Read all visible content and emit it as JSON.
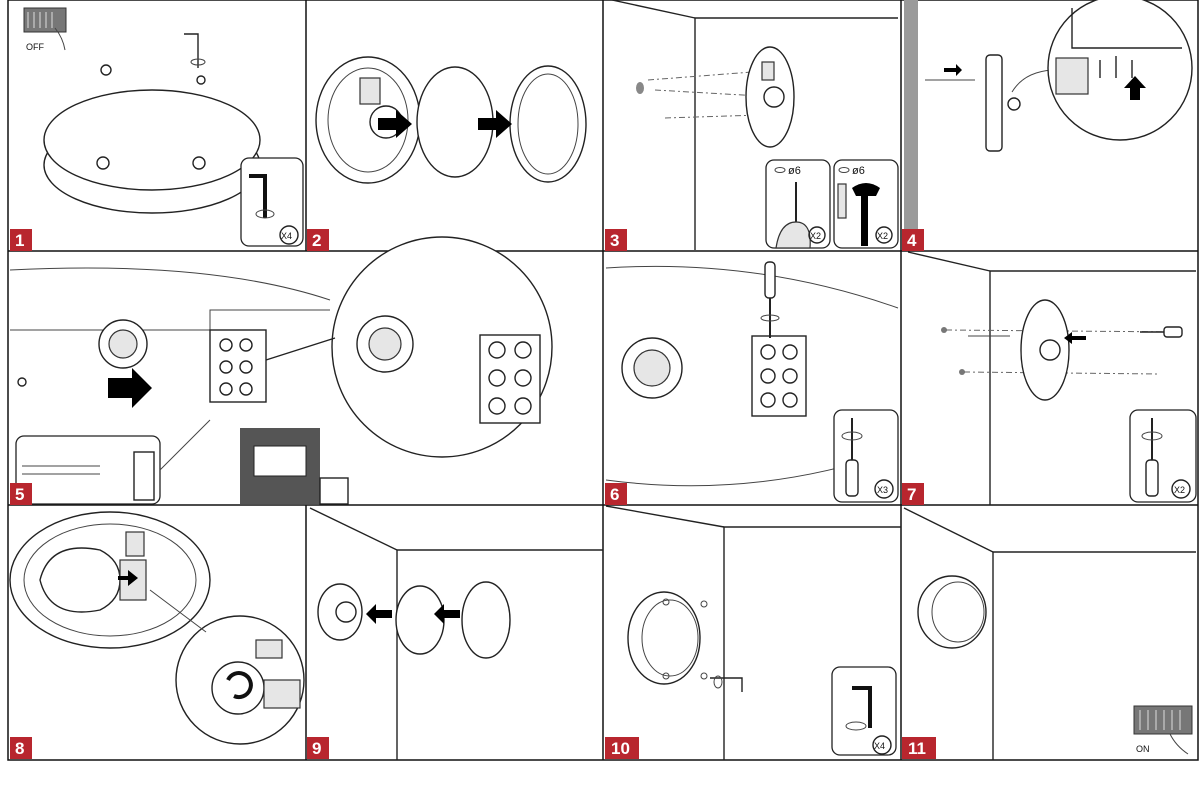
{
  "steps": [
    {
      "number": "1"
    },
    {
      "number": "2"
    },
    {
      "number": "3"
    },
    {
      "number": "4"
    },
    {
      "number": "5"
    },
    {
      "number": "6"
    },
    {
      "number": "7"
    },
    {
      "number": "8"
    },
    {
      "number": "9"
    },
    {
      "number": "10"
    },
    {
      "number": "11"
    }
  ],
  "labels": {
    "off": "OFF",
    "on": "ON",
    "x4": "X4",
    "x2": "X2",
    "x3": "X3",
    "diameter": "ø6"
  },
  "colors": {
    "badge": "#b8262e",
    "line": "#222222",
    "arrow": "#000000"
  },
  "icons": [
    "hex-key-icon",
    "rotate-icon",
    "screwdriver-icon",
    "drill-icon",
    "hammer-icon",
    "wall-plug-icon",
    "power-switch-icon",
    "arrow-icon"
  ]
}
